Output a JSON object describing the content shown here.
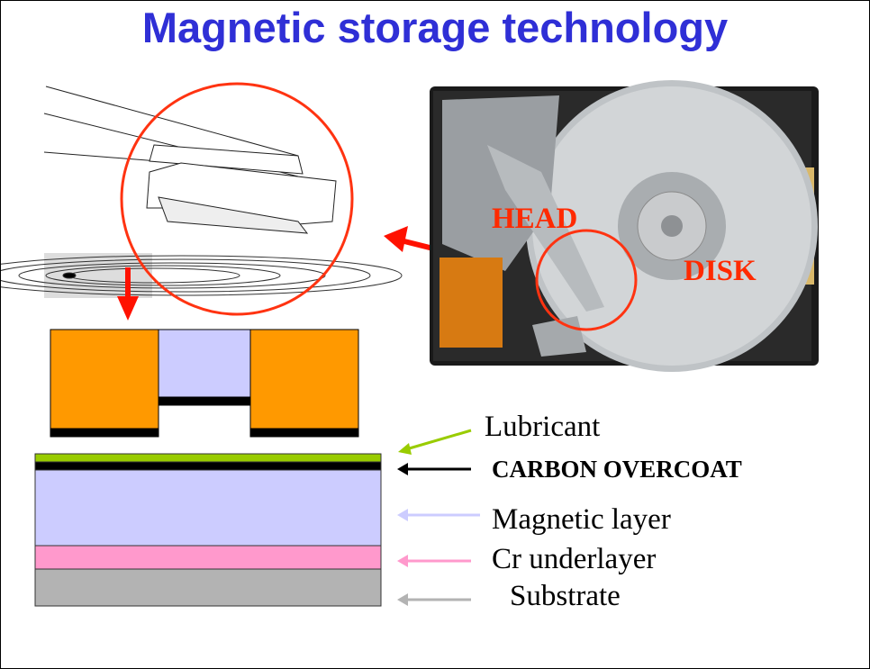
{
  "title": "Magnetic storage technology",
  "photo_labels": {
    "head": "HEAD",
    "disk": "DISK"
  },
  "layers": [
    {
      "label": "Lubricant",
      "color": "#99cc00"
    },
    {
      "label": "CARBON OVERCOAT",
      "color": "#000000"
    },
    {
      "label": "Magnetic layer",
      "color": "#ccccff"
    },
    {
      "label": "Cr underlayer",
      "color": "#ff99cc"
    },
    {
      "label": "Substrate",
      "color": "#b3b3b3"
    }
  ],
  "colors": {
    "title": "#2f2fd6",
    "accent": "#ff2a00",
    "head_pole": "#ff9900"
  }
}
